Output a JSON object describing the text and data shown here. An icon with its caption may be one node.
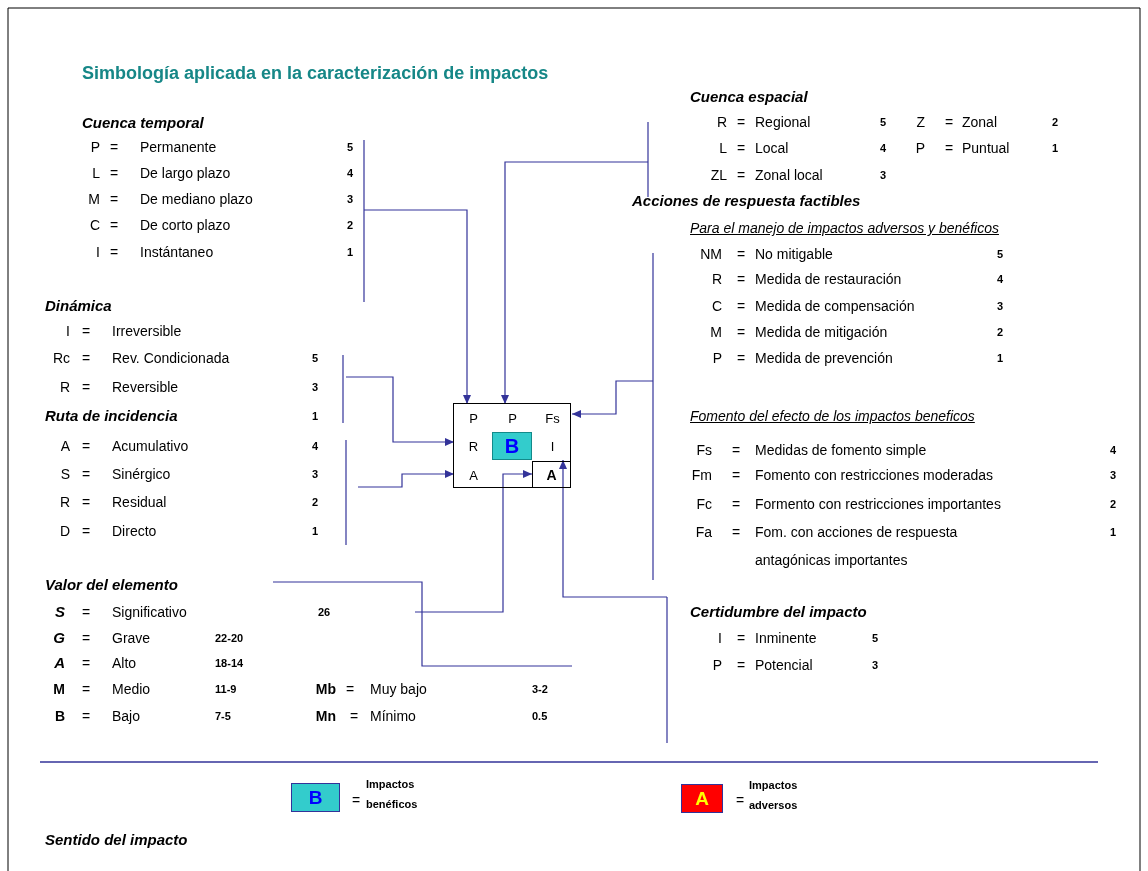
{
  "diagram": {
    "title": "Simbología aplicada en la caracterización de impactos",
    "nodes": [
      {
        "text": [],
        "shape": "box"
      },
      {
        "text": [
          "P"
        ],
        "in": 0
      },
      {
        "text": [
          "P"
        ],
        "in": 0
      },
      {
        "text": [
          "Fs"
        ],
        "in": 0
      },
      {
        "text": [
          "R"
        ],
        "in": 0
      },
      {
        "text": [
          "B"
        ],
        "in": 0
      },
      {
        "text": [
          "I"
        ],
        "in": 0
      },
      {
        "text": [
          "A"
        ],
        "in": 0
      },
      {
        "text": [
          "A"
        ],
        "in": 0
      }
    ],
    "edges": [
      {
        "from": null,
        "to": 1,
        "arrow": "to"
      },
      {
        "from": null,
        "to": 2,
        "arrow": "to"
      },
      {
        "from": null,
        "to": 3,
        "arrow": "to"
      },
      {
        "from": null,
        "to": 4,
        "arrow": "to"
      },
      {
        "from": null,
        "to": 7,
        "arrow": "to"
      },
      {
        "from": null,
        "to": 8,
        "arrow": "to"
      },
      {
        "from": null,
        "to": 6,
        "arrow": "to"
      }
    ],
    "labels": [
      "Cuenca temporal",
      "P",
      "=",
      "Permanente",
      "5",
      "L",
      "=",
      "De largo plazo",
      "4",
      "M",
      "=",
      "De mediano plazo",
      "3",
      "C",
      "=",
      "De corto plazo",
      "2",
      "I",
      "=",
      "Instántaneo",
      "1",
      "Dinámica",
      "I",
      "=",
      "Irreversible",
      "Rc",
      "=",
      "Rev. Condicionada",
      "5",
      "R",
      "=",
      "Reversible",
      "3",
      "Ruta de incidencia",
      "1",
      "A",
      "=",
      "Acumulativo",
      "4",
      "S",
      "=",
      "Sinérgico",
      "3",
      "R",
      "=",
      "Residual",
      "2",
      "D",
      "=",
      "Directo",
      "1",
      "Valor del elemento",
      "S",
      "=",
      "Significativo",
      "26",
      "G",
      "=",
      "Grave",
      "22-20",
      "A",
      "=",
      "Alto",
      "18-14",
      "M",
      "=",
      "Medio",
      "11-9",
      "Mb",
      "=",
      "Muy bajo",
      "3-2",
      "B",
      "=",
      "Bajo",
      "7-5",
      "Mn",
      "=",
      "Mínimo",
      "0.5",
      "Cuenca espacial",
      "R",
      "=",
      "Regional",
      "5",
      "Z",
      "=",
      "Zonal",
      "2",
      "L",
      "=",
      "Local",
      "4",
      "P",
      "=",
      "Puntual",
      "1",
      "ZL",
      "=",
      "Zonal local",
      "3",
      "Acciones de respuesta factibles",
      "Para el manejo de impactos adversos y benéficos",
      "NM",
      "=",
      "No mitigable",
      "5",
      "R",
      "=",
      "Medida de restauración",
      "4",
      "C",
      "=",
      "Medida de compensación",
      "3",
      "M",
      "=",
      "Medida de mitigación",
      "2",
      "P",
      "=",
      "Medida de prevención",
      "1",
      "Fomento del efecto de los impactos beneficos",
      "Fs",
      "=",
      "Medidas de fomento simple",
      "4",
      "Fm",
      "=",
      "Fomento con restricciones moderadas",
      "3",
      "Fc",
      "=",
      "Formento con restricciones importantes",
      "2",
      "Fa",
      "=",
      "Fom. con acciones de respuesta antagónicas importantes",
      "1",
      "Certidumbre del impacto",
      "I",
      "=",
      "Inminente",
      "5",
      "P",
      "=",
      "Potencial",
      "3",
      "B",
      "=",
      "A",
      "=",
      "Sentido del impacto"
    ],
    "legend": [
      {
        "text": "Impactos benéficos",
        "color": "#33cccc"
      },
      {
        "text": "Impactos adversos",
        "color": "#ff0000"
      }
    ]
  }
}
